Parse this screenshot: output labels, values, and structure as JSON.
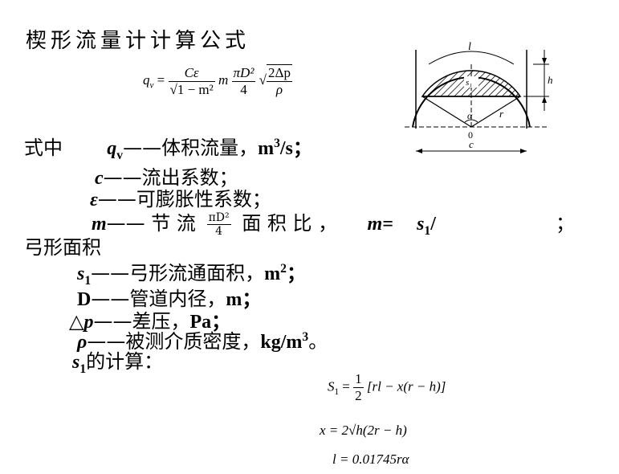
{
  "title": "楔形流量计计算公式",
  "formula_main": {
    "lhs": "q",
    "lhs_sub": "v",
    "eq": "=",
    "frac1_num": "Cε",
    "frac1_den": "√1 − m²",
    "m": "m",
    "frac2_num": "πD²",
    "frac2_den": "4",
    "frac3_num": "2Δp",
    "frac3_den": "ρ"
  },
  "where_label": "式中",
  "defs": {
    "qv_sym": "q",
    "qv_sub": "v",
    "qv_text": "——体积流量，",
    "qv_unit": "m",
    "qv_unit_sup": "3",
    "qv_unit_tail": "/s；",
    "c_sym": "c",
    "c_text": "——流出系数；",
    "eps_sym": "ε",
    "eps_text": "——可膨胀性系数；",
    "m_sym": "m",
    "m_text": "—— 节 流",
    "m_frac_num": "πD²",
    "m_frac_den": "4",
    "m_text2": "面 积 比 ，",
    "m_eq": "m=",
    "m_s": "s",
    "m_s_sub": "1",
    "m_slash": "/",
    "m_semicolon": "；",
    "m_cont": "弓形面积",
    "s1_sym": "s",
    "s1_sub": "1",
    "s1_text": "——弓形流通面积，",
    "s1_unit": "m",
    "s1_unit_sup": "2",
    "s1_tail": "；",
    "D_sym": "D",
    "D_text": "——管道内径，",
    "D_unit": "m；",
    "dp_sym": "△",
    "dp_p": "p",
    "dp_text": "——差压，",
    "dp_unit": "Pa；",
    "rho_sym": "ρ",
    "rho_text": "——被测介质密度，",
    "rho_unit": "kg/m",
    "rho_unit_sup": "3",
    "rho_tail": "。",
    "s1calc_sym": "s",
    "s1calc_sub": "1",
    "s1calc_text": "的计算："
  },
  "formula_s1": {
    "lhs": "S",
    "lhs_sub": "1",
    "eq": "=",
    "frac_num": "1",
    "frac_den": "2",
    "body": "[rl − x(r − h)]"
  },
  "formula_x": "x = 2√h(2r − h)",
  "formula_l": "l = 0.01745rα",
  "diagram": {
    "label_l": "l",
    "label_h": "h",
    "label_s1": "s₁",
    "label_a": "α",
    "label_r": "r",
    "label_o": "0",
    "label_c": "c"
  }
}
